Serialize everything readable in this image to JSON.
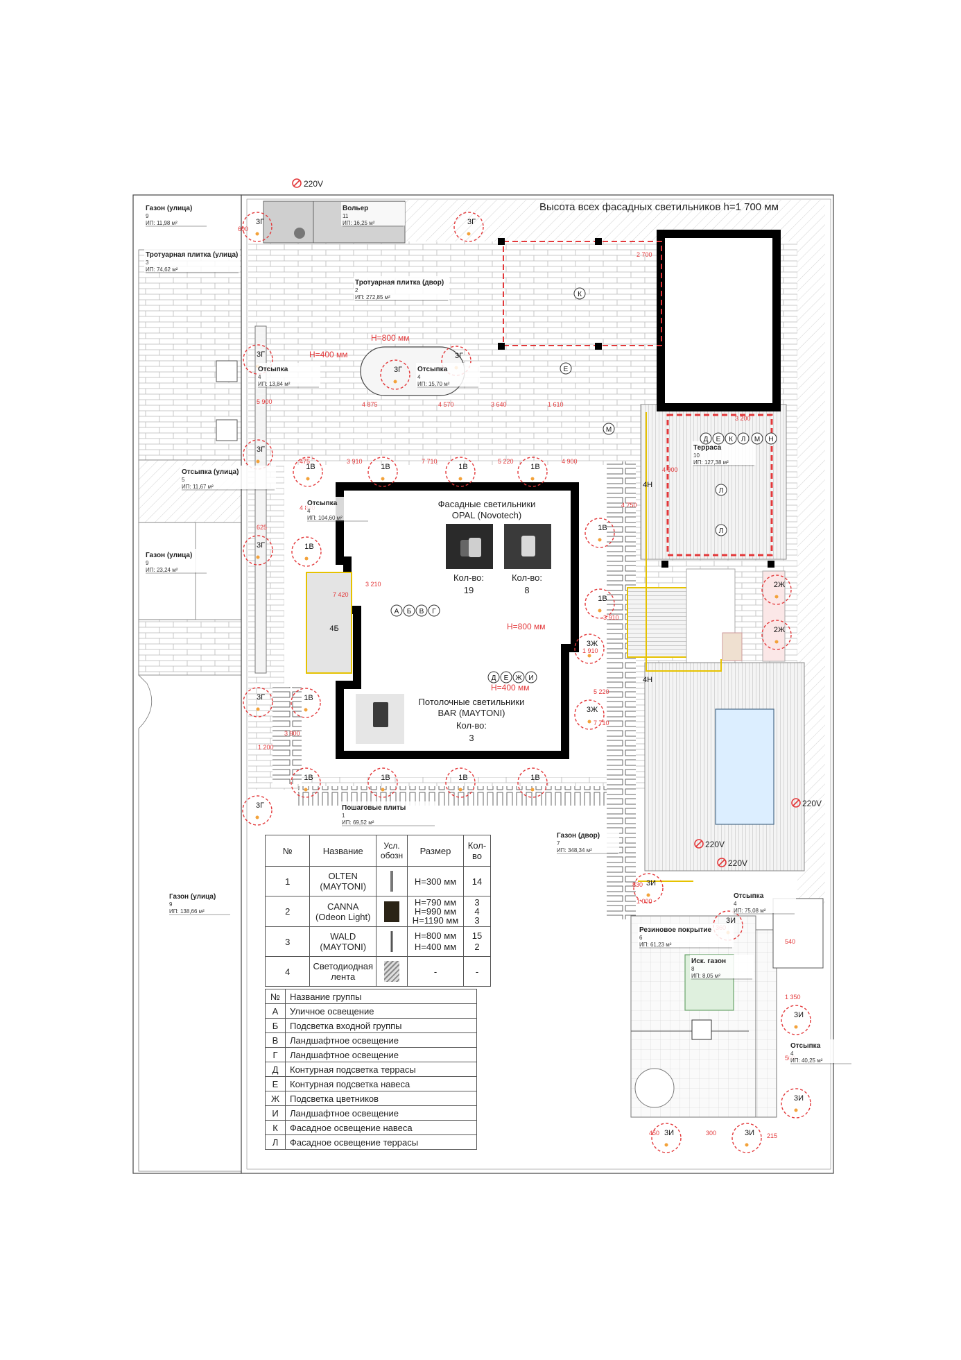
{
  "header": {
    "height_note": "Высота всех фасадных светильников h=1 700 мм",
    "power_label": "220V"
  },
  "zones": [
    {
      "name": "Газон (улица)",
      "num": "9",
      "area": "11,98 м²"
    },
    {
      "name": "Вольер",
      "num": "11",
      "area": "16,25 м²"
    },
    {
      "name": "Тротуарная плитка (улица)",
      "num": "3",
      "area": "74,62 м²"
    },
    {
      "name": "Тротуарная плитка (двор)",
      "num": "2",
      "area": "272,85 м²"
    },
    {
      "name": "Отсыпка",
      "num": "4",
      "area": "13,84 м²"
    },
    {
      "name": "Отсыпка",
      "num": "4",
      "area": "15,70 м²"
    },
    {
      "name": "Отсыпка (улица)",
      "num": "5",
      "area": "11,67 м²"
    },
    {
      "name": "Газон (улица)",
      "num": "9",
      "area": "23,24 м²"
    },
    {
      "name": "Отсыпка",
      "num": "4",
      "area": "104,60 м²"
    },
    {
      "name": "Терраса",
      "num": "10",
      "area": "127,38 м²"
    },
    {
      "name": "Пошаговые плиты",
      "num": "1",
      "area": "69,52 м²"
    },
    {
      "name": "Газон (двор)",
      "num": "7",
      "area": "348,34 м²"
    },
    {
      "name": "Газон (улица)",
      "num": "9",
      "area": "138,66 м²"
    },
    {
      "name": "Отсыпка",
      "num": "4",
      "area": "75,08 м²"
    },
    {
      "name": "Резиновое покрытие",
      "num": "6",
      "area": "61,23 м²"
    },
    {
      "name": "Иск. газон",
      "num": "8",
      "area": "8,05 м²"
    },
    {
      "name": "Отсыпка",
      "num": "4",
      "area": "40,25 м²"
    }
  ],
  "area_prefix": "ИП:",
  "house": {
    "facade_title_1": "Фасадные светильники",
    "facade_title_2": "OPAL (Novotech)",
    "qty_label": "Кол-во:",
    "qty_a": "19",
    "qty_b": "8",
    "ceiling_title_1": "Потолочные светильники",
    "ceiling_title_2": "BAR (MAYTONI)",
    "qty_c": "3",
    "h800": "H=800 мм",
    "h400": "H=400 мм"
  },
  "marks": [
    "1В",
    "3Г",
    "2Ж",
    "3Ж",
    "3И",
    "4Н",
    "4Б"
  ],
  "dims": [
    "3 910",
    "7 710",
    "5 220",
    "4 900",
    "2 700",
    "3 200",
    "1 610",
    "4 875",
    "4 570",
    "3 640",
    "5 900",
    "4 840",
    "4 750",
    "1 200",
    "3 900",
    "300",
    "450",
    "500",
    "475",
    "625",
    "600",
    "830",
    "1 000",
    "360",
    "215",
    "1 350",
    "540",
    "1 910",
    "3 210",
    "7 420"
  ],
  "plan_group_letters": [
    "А",
    "Б",
    "В",
    "Г",
    "Д",
    "Е",
    "Ж",
    "И",
    "К",
    "Л",
    "М",
    "Н"
  ],
  "legend": {
    "headers": [
      "№",
      "Название",
      "Усл. обозн",
      "Размер",
      "Кол-во"
    ],
    "rows": [
      {
        "n": "1",
        "name": "OLTEN (MAYTONI)",
        "size": "H=300 мм",
        "qty": "14"
      },
      {
        "n": "2",
        "name": "CANNA (Odeon Light)",
        "size": "H=790 мм H=990 мм H=1190 мм",
        "qty": "3 4 3"
      },
      {
        "n": "3",
        "name": "WALD (MAYTONI)",
        "size": "H=800 мм H=400 мм",
        "qty": "15 2"
      },
      {
        "n": "4",
        "name": "Светодиодная лента",
        "size": "-",
        "qty": "-"
      }
    ]
  },
  "groups": {
    "headers": [
      "№",
      "Название группы"
    ],
    "rows": [
      {
        "l": "А",
        "name": "Уличное освещение"
      },
      {
        "l": "Б",
        "name": "Подсветка входной группы"
      },
      {
        "l": "В",
        "name": "Ландшафтное освещение"
      },
      {
        "l": "Г",
        "name": "Ландшафтное освещение"
      },
      {
        "l": "Д",
        "name": "Контурная подсветка террасы"
      },
      {
        "l": "Е",
        "name": "Контурная подсветка навеса"
      },
      {
        "l": "Ж",
        "name": "Подсветка цветников"
      },
      {
        "l": "И",
        "name": "Ландшафтное освещение"
      },
      {
        "l": "К",
        "name": "Фасадное освещение навеса"
      },
      {
        "l": "Л",
        "name": "Фасадное освещение террасы"
      }
    ]
  }
}
